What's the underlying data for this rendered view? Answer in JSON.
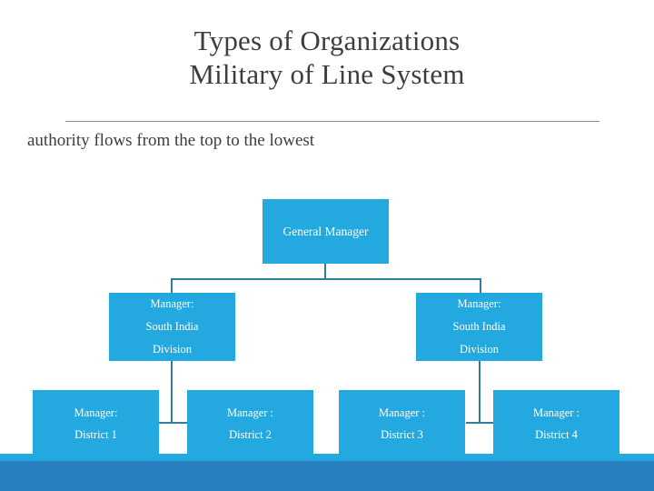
{
  "slide": {
    "title_lines": [
      "Types of Organizations",
      "Military of Line System"
    ],
    "subtitle": "authority flows from the top to the lowest"
  },
  "org_chart": {
    "root": {
      "lines": [
        "General Manager"
      ]
    },
    "divisions": [
      {
        "lines": [
          "Manager:",
          "South India",
          "Division"
        ]
      },
      {
        "lines": [
          "Manager:",
          "South India",
          "Division"
        ]
      }
    ],
    "districts": [
      {
        "lines": [
          "Manager:",
          "District 1"
        ]
      },
      {
        "lines": [
          "Manager :",
          "District 2"
        ]
      },
      {
        "lines": [
          "Manager :",
          "District 3"
        ]
      },
      {
        "lines": [
          "Manager :",
          "District 4"
        ]
      }
    ]
  },
  "colors": {
    "node_fill": "#23a9e0",
    "connector": "#2d7f9d",
    "band_light": "#23a9e0",
    "band_dark": "#2a7fc0",
    "text_dark": "#3d3d3d",
    "divider": "#8c8c8c"
  }
}
